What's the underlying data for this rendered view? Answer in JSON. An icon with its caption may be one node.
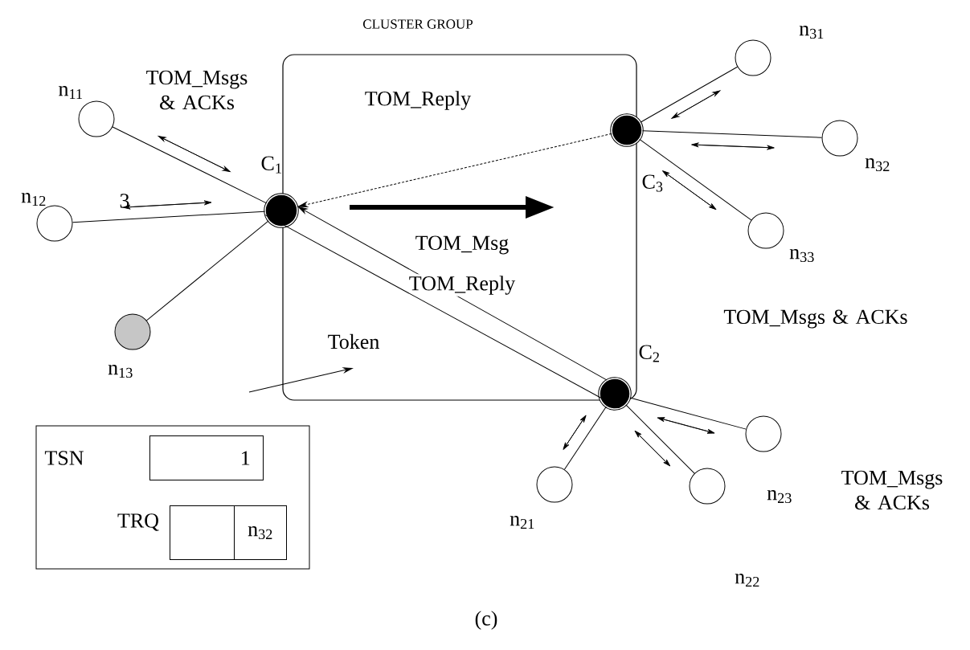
{
  "diagram": {
    "nodes": [
      {
        "text": [
          "CLUSTER GROUP"
        ]
      },
      {
        "text": [],
        "shape": "circle"
      },
      {
        "text": [],
        "shape": "circle"
      },
      {
        "text": [],
        "shape": "circle"
      },
      {
        "text": [],
        "shape": "circle",
        "beside": [
          "n$_{11}$"
        ]
      },
      {
        "text": [],
        "shape": "circle",
        "beside": [
          "n$_{12}$"
        ]
      },
      {
        "text": [],
        "shape": "circle",
        "beside": [
          "n$_{13}$"
        ]
      },
      {
        "text": [],
        "shape": "circle",
        "beside": [
          "n$_{31}$"
        ]
      },
      {
        "text": [],
        "shape": "circle",
        "beside": [
          "n$_{32}$"
        ]
      },
      {
        "text": [],
        "shape": "circle",
        "beside": [
          "n$_{33}$"
        ]
      },
      {
        "text": [],
        "shape": "circle",
        "beside": [
          "n$_{21}$"
        ]
      },
      {
        "text": [],
        "shape": "circle",
        "beside": [
          "n$_{22}$"
        ]
      },
      {
        "text": [],
        "shape": "circle",
        "beside": [
          "n$_{23}$"
        ]
      },
      {
        "text": [
          "TSN",
          "TRQ"
        ]
      },
      {
        "text": [
          "1"
        ],
        "in": 13
      },
      {
        "text": [],
        "shape": "box",
        "in": 13
      },
      {
        "text": [
          "n$_{32}$"
        ],
        "in": 13
      }
    ],
    "edges": [
      {
        "from": 1,
        "to": 4,
        "arrow": "none"
      },
      {
        "from": 1,
        "to": 5,
        "arrow": "none"
      },
      {
        "from": 1,
        "to": 6,
        "arrow": "none"
      },
      {
        "from": 2,
        "to": 7,
        "arrow": "none"
      },
      {
        "from": 2,
        "to": 8,
        "arrow": "none"
      },
      {
        "from": 2,
        "to": 9,
        "arrow": "none"
      },
      {
        "from": 3,
        "to": 10,
        "arrow": "none"
      },
      {
        "from": 3,
        "to": 11,
        "arrow": "none"
      },
      {
        "from": 3,
        "to": 12,
        "arrow": "none"
      },
      {
        "from": 2,
        "to": 1,
        "arrow": "to",
        "label": "TOM_Reply",
        "style": "dashed"
      },
      {
        "from": 3,
        "to": 1,
        "arrow": "to",
        "label": "TOM_Reply"
      },
      {
        "from": 1,
        "to": 3,
        "arrow": "to"
      }
    ],
    "labels": [
      "TOM_Msgs & ACKs",
      "C$_{1}$",
      "3",
      "TOM_Msg",
      "C$_{3}$",
      "TOM_Msgs & ACKs",
      "Token",
      "C$_{2}$",
      "TOM_Msgs & ACKs",
      "(c)"
    ]
  }
}
